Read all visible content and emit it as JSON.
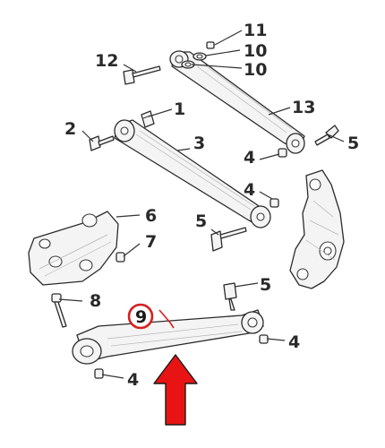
{
  "callouts": {
    "c1": "1",
    "c2": "2",
    "c3": "3",
    "c4a": "4",
    "c4b": "4",
    "c4c": "4",
    "c4d": "4",
    "c5a": "5",
    "c5b": "5",
    "c5c": "5",
    "c6": "6",
    "c7": "7",
    "c8": "8",
    "c9": "9",
    "c10a": "10",
    "c10b": "10",
    "c11": "11",
    "c12": "12",
    "c13": "13"
  },
  "highlight": {
    "circle_color": "#d62020",
    "arrow_color": "#e81414",
    "highlighted_part": "9"
  }
}
